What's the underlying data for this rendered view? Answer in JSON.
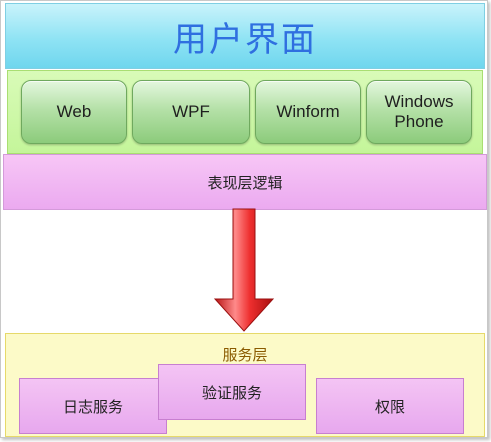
{
  "layers": {
    "ui": {
      "title": "用户界面"
    },
    "clients": {
      "items": [
        {
          "label": "Web"
        },
        {
          "label": "WPF"
        },
        {
          "label": "Winform"
        },
        {
          "label_line1": "Windows",
          "label_line2": "Phone"
        }
      ]
    },
    "presentation": {
      "label": "表现层逻辑"
    },
    "service": {
      "title": "服务层",
      "boxes": [
        {
          "label": "日志服务"
        },
        {
          "label": "验证服务"
        },
        {
          "label": "权限"
        }
      ]
    }
  },
  "colors": {
    "ui_title": "#2f6fe0",
    "ui_band": "#8fe3f4",
    "client_band": "#c4f59a",
    "client_button": "#b5e1a8",
    "presentation_band": "#ebaaf0",
    "arrow": "#ee2f2f",
    "service_band": "#fcfac8",
    "service_title": "#8a5a00",
    "service_box": "#e7a8ee"
  }
}
